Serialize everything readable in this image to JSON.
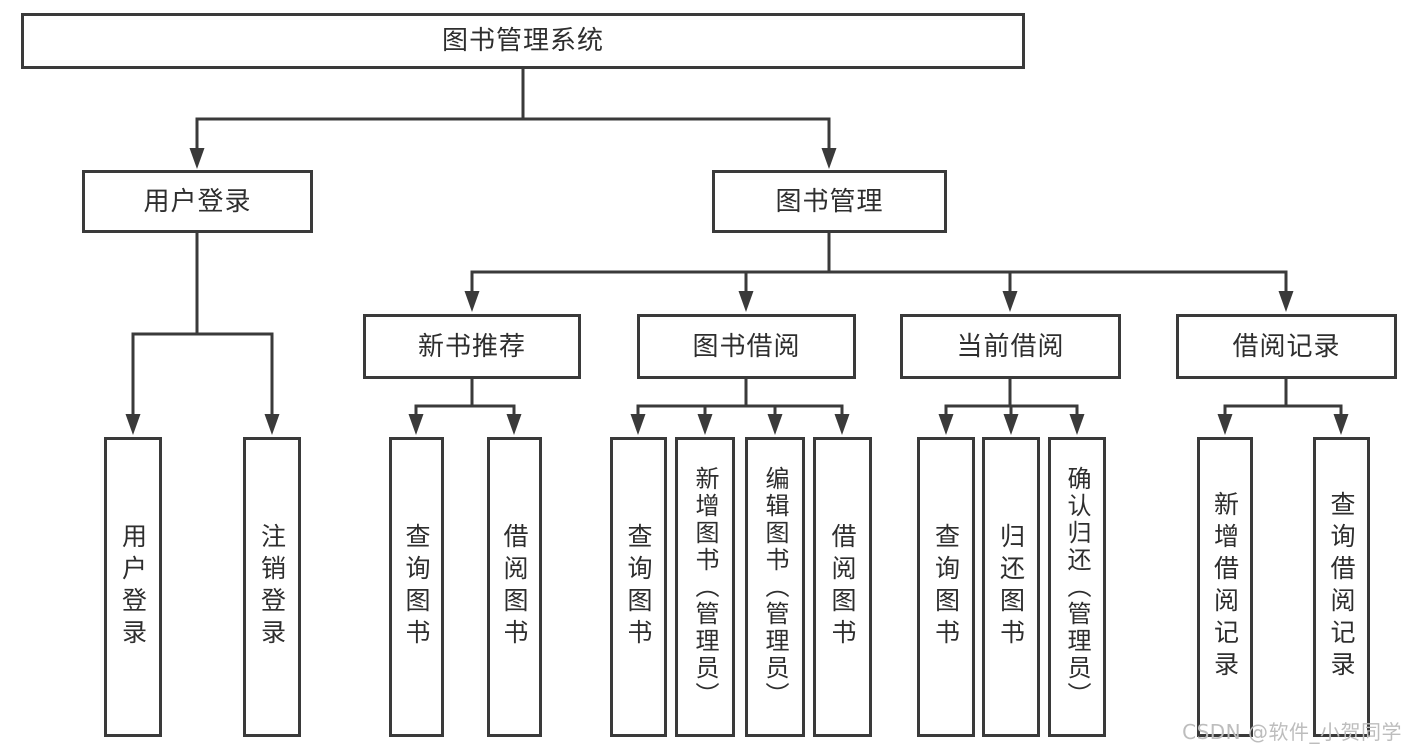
{
  "tree": {
    "label": "图书管理系统",
    "children": [
      {
        "label": "用户登录",
        "children": [
          {
            "label": "用户登录"
          },
          {
            "label": "注销登录"
          }
        ]
      },
      {
        "label": "图书管理",
        "children": [
          {
            "label": "新书推荐",
            "children": [
              {
                "label": "查询图书"
              },
              {
                "label": "借阅图书"
              }
            ]
          },
          {
            "label": "图书借阅",
            "children": [
              {
                "label": "查询图书"
              },
              {
                "label": "新增图书（管理员）"
              },
              {
                "label": "编辑图书（管理员）"
              },
              {
                "label": "借阅图书"
              }
            ]
          },
          {
            "label": "当前借阅",
            "children": [
              {
                "label": "查询图书"
              },
              {
                "label": "归还图书"
              },
              {
                "label": "确认归还（管理员）"
              }
            ]
          },
          {
            "label": "借阅记录",
            "children": [
              {
                "label": "新增借阅记录"
              },
              {
                "label": "查询借阅记录"
              }
            ]
          }
        ]
      }
    ]
  },
  "watermark": {
    "text": "CSDN @软件_小贺同学",
    "color": "#bdbdbd"
  },
  "colors": {
    "line": "#3a3a3a",
    "box_border": "#3a3a3a",
    "text": "#2e2e2e",
    "background": "#ffffff"
  }
}
